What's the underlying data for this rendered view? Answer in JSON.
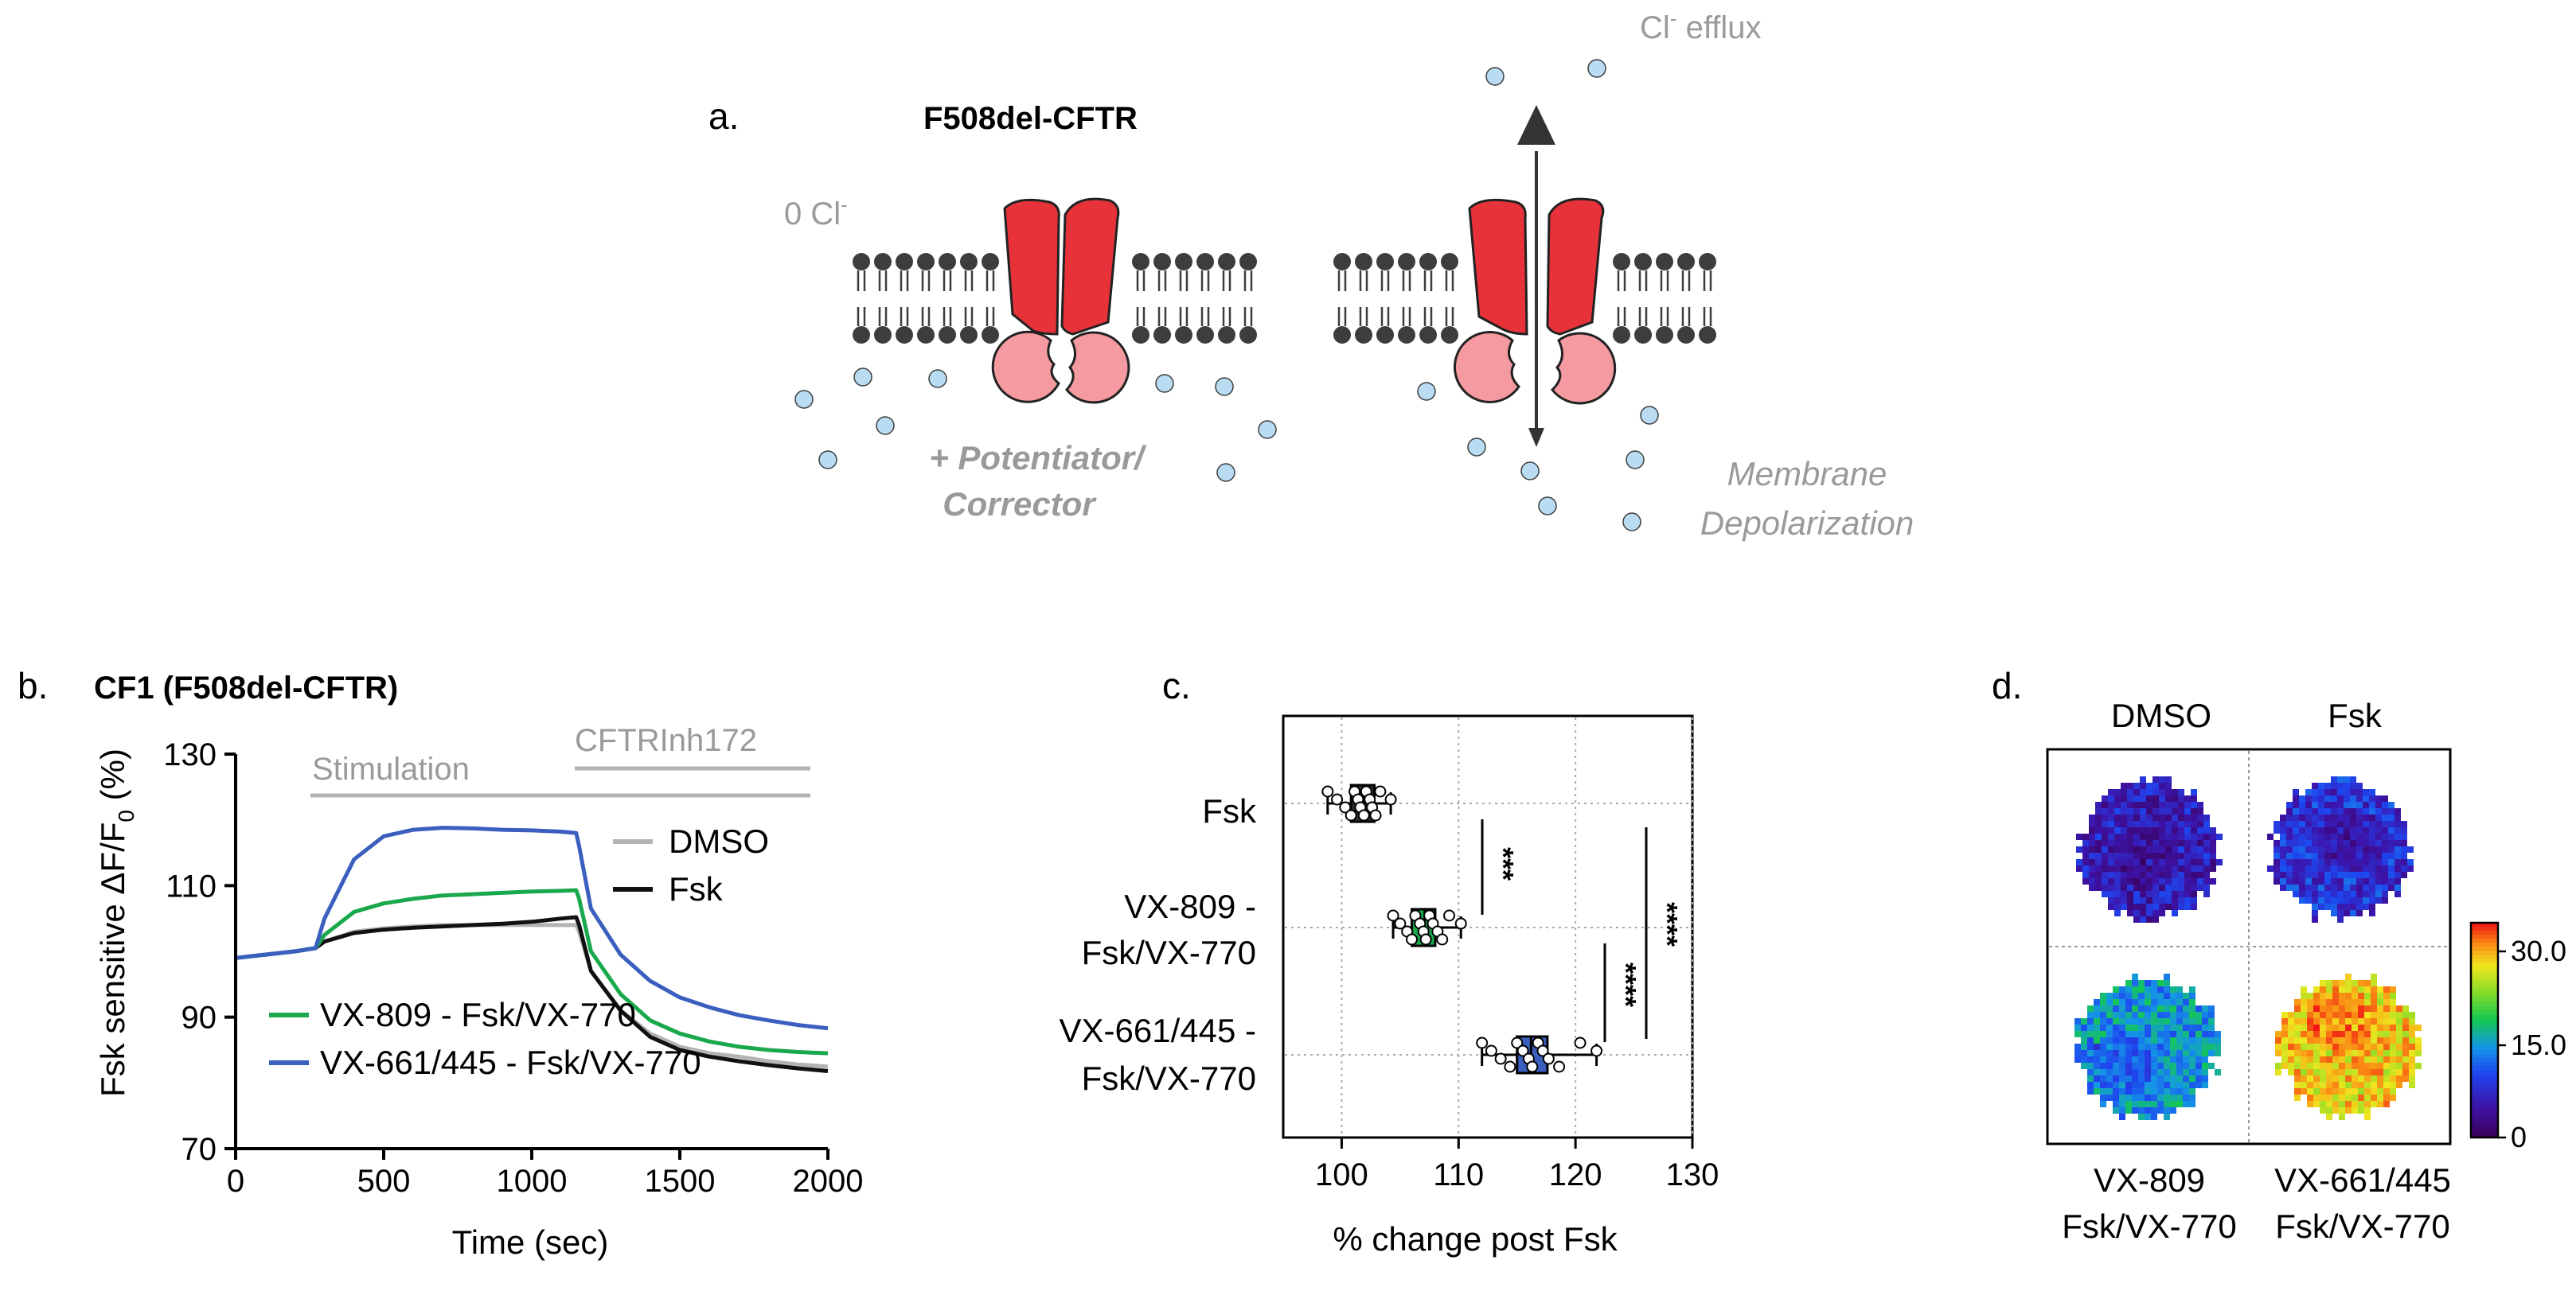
{
  "colors": {
    "cftr": "#e8323a",
    "nbd": "#f59aa0",
    "ion": "#b9dcf2",
    "ion_stroke": "#3d3d3d",
    "lipid": "#3d3d3d",
    "gray_text": "#9a9a9a",
    "dmso": "#b3b3b3",
    "fsk": "#111111",
    "vx809": "#1aa84c",
    "vx661": "#3b5fbf"
  },
  "panel_a": {
    "letter": "a.",
    "title": "F508del-CFTR",
    "zero_cl_prefix": "0 Cl",
    "zero_cl_sup": "-",
    "efflux_prefix": "Cl",
    "efflux_sup": "-",
    "efflux_suffix": " efflux",
    "treatment_line1": "+ Potentiator/",
    "treatment_line2": "Corrector",
    "effect_line1": "Membrane",
    "effect_line2": "Depolarization"
  },
  "panel_b": {
    "letter": "b.",
    "title": "CF1 (F508del-CFTR)",
    "stimulation_label": "Stimulation",
    "inhibitor_label": "CFTRInh172",
    "ylabel_prefix": "Fsk sensitive ΔF/F",
    "ylabel_sub": "0",
    "ylabel_suffix": " (%)",
    "xlabel": "Time (sec)",
    "legend_dmso": "DMSO",
    "legend_fsk": "Fsk",
    "legend_vx809": "VX-809 - Fsk/VX-770",
    "legend_vx661": "VX-661/445 - Fsk/VX-770"
  },
  "panel_c": {
    "letter": "c.",
    "xlabel": "% change post Fsk",
    "row1": "Fsk",
    "row2_line1": "VX-809 -",
    "row2_line2": "Fsk/VX-770",
    "row3_line1": "VX-661/445 -",
    "row3_line2": "Fsk/VX-770",
    "sig_fsk_vx809": "***",
    "sig_vx809_vx661": "****",
    "sig_fsk_vx661": "****"
  },
  "panel_d": {
    "letter": "d.",
    "col1": "DMSO",
    "col2": "Fsk",
    "bottom1_line1": "VX-809",
    "bottom1_line2": "Fsk/VX-770",
    "bottom2_line1": "VX-661/445",
    "bottom2_line2": "Fsk/VX-770",
    "colorbar_ticks": [
      "30.0",
      "15.0",
      "0"
    ]
  },
  "chart_data": [
    {
      "type": "line",
      "panel": "b",
      "xlabel": "Time (sec)",
      "ylabel": "Fsk sensitive ΔF/F0 (%)",
      "xlim": [
        0,
        2000
      ],
      "ylim": [
        70,
        130
      ],
      "x_ticks": [
        0,
        500,
        1000,
        1500,
        2000
      ],
      "y_ticks": [
        70,
        90,
        110,
        130
      ],
      "stimulation_start": 270,
      "inhibitor_start": 1160,
      "x": [
        0,
        100,
        200,
        270,
        300,
        400,
        500,
        600,
        700,
        800,
        900,
        1000,
        1100,
        1150,
        1160,
        1200,
        1300,
        1400,
        1500,
        1600,
        1700,
        1800,
        1900,
        2000
      ],
      "series": [
        {
          "name": "DMSO",
          "color_key": "dmso",
          "values": [
            99,
            99.5,
            100,
            100.5,
            101.5,
            103,
            103.5,
            103.8,
            104,
            104,
            104,
            104,
            104,
            104,
            103,
            97,
            91,
            87.5,
            85.5,
            84.5,
            84,
            83.3,
            82.8,
            82.5
          ]
        },
        {
          "name": "Fsk",
          "color_key": "fsk",
          "values": [
            99,
            99.5,
            100,
            100.5,
            101.5,
            102.8,
            103.3,
            103.6,
            103.8,
            104,
            104.2,
            104.5,
            105,
            105.2,
            104,
            97,
            91,
            87,
            85,
            84,
            83.3,
            82.7,
            82.2,
            81.8
          ]
        },
        {
          "name": "VX-809 - Fsk/VX-770",
          "color_key": "vx809",
          "values": [
            99,
            99.5,
            100,
            100.5,
            102.5,
            106,
            107.3,
            108,
            108.5,
            108.7,
            108.9,
            109.1,
            109.2,
            109.3,
            108,
            100,
            93.5,
            89.5,
            87.5,
            86.3,
            85.5,
            85,
            84.7,
            84.5
          ]
        },
        {
          "name": "VX-661/445 - Fsk/VX-770",
          "color_key": "vx661",
          "values": [
            99,
            99.5,
            100,
            100.5,
            105,
            114,
            117.5,
            118.5,
            118.8,
            118.7,
            118.5,
            118.4,
            118.2,
            118,
            116,
            106.5,
            99.5,
            95.5,
            93,
            91.5,
            90.3,
            89.5,
            88.8,
            88.3
          ]
        }
      ]
    },
    {
      "type": "box",
      "panel": "c",
      "orientation": "horizontal",
      "xlabel": "% change post Fsk",
      "xlim": [
        95,
        130
      ],
      "x_ticks": [
        100,
        110,
        120,
        130
      ],
      "categories": [
        "Fsk",
        "VX-809 - Fsk/VX-770",
        "VX-661/445 - Fsk/VX-770"
      ],
      "series": [
        {
          "name": "Fsk",
          "color_key": "fsk",
          "min": 98.8,
          "q1": 100.8,
          "median": 101.9,
          "q3": 102.8,
          "max": 104.2,
          "points": [
            98.8,
            99.6,
            100.3,
            100.8,
            101.1,
            101.4,
            101.6,
            101.9,
            102.1,
            102.4,
            102.6,
            102.9,
            103.3,
            104.2
          ]
        },
        {
          "name": "VX-809 - Fsk/VX-770",
          "color_key": "vx809",
          "min": 104.4,
          "q1": 106,
          "median": 107.1,
          "q3": 108,
          "max": 110.2,
          "points": [
            104.4,
            105,
            105.6,
            106,
            106.3,
            106.7,
            107,
            107.2,
            107.5,
            107.8,
            108.2,
            108.6,
            109.2,
            110.2
          ]
        },
        {
          "name": "VX-661/445 - Fsk/VX-770",
          "color_key": "vx661",
          "min": 112,
          "q1": 115,
          "median": 116.2,
          "q3": 117.6,
          "max": 121.8,
          "points": [
            112,
            112.8,
            113.6,
            114.4,
            115,
            115.5,
            116,
            116.3,
            116.8,
            117.2,
            117.7,
            118.6,
            120.4,
            121.8
          ]
        }
      ],
      "significance": [
        {
          "between": [
            "Fsk",
            "VX-809 - Fsk/VX-770"
          ],
          "label": "***"
        },
        {
          "between": [
            "VX-809 - Fsk/VX-770",
            "VX-661/445 - Fsk/VX-770"
          ],
          "label": "****"
        },
        {
          "between": [
            "Fsk",
            "VX-661/445 - Fsk/VX-770"
          ],
          "label": "****"
        }
      ]
    },
    {
      "type": "heatmap",
      "panel": "d",
      "columns": [
        "DMSO",
        "Fsk"
      ],
      "rows": [
        "VX-809 Fsk/VX-770",
        "VX-661/445 Fsk/VX-770"
      ],
      "colorbar_range": [
        0,
        33
      ],
      "colorbar_ticks": [
        0,
        15.0,
        30.0
      ],
      "mean_levels": [
        [
          6,
          8
        ],
        [
          14,
          27
        ]
      ],
      "hotspot_levels": [
        [
          2,
          2
        ],
        [
          8,
          32
        ]
      ]
    }
  ]
}
